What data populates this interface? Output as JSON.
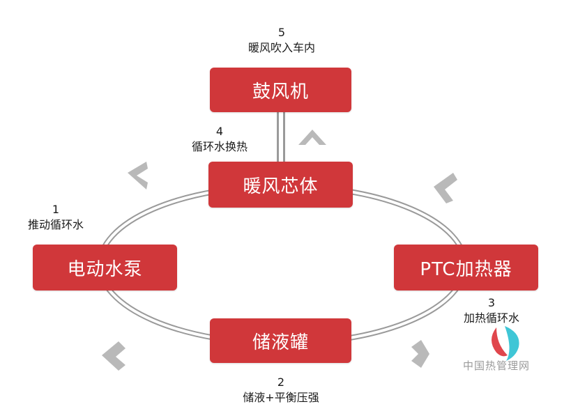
{
  "nodes": {
    "blower": "鼓风机",
    "heater_core": "暖风芯体",
    "pump": "电动水泵",
    "ptc": "PTC加热器",
    "tank": "储液罐"
  },
  "steps": [
    {
      "num": "1",
      "text": "推动循环水"
    },
    {
      "num": "2",
      "text": "储液+平衡压强"
    },
    {
      "num": "3",
      "text": "加热循环水"
    },
    {
      "num": "4",
      "text": "循环水换热"
    },
    {
      "num": "5",
      "text": "暖风吹入车内"
    }
  ],
  "watermark": "中国热管理网",
  "colors": {
    "box": "#d0373a",
    "pipe": "#9a9a9a",
    "arrow": "#b9b9b9",
    "logo_red": "#e0464c",
    "logo_cyan": "#3fc6d6"
  }
}
